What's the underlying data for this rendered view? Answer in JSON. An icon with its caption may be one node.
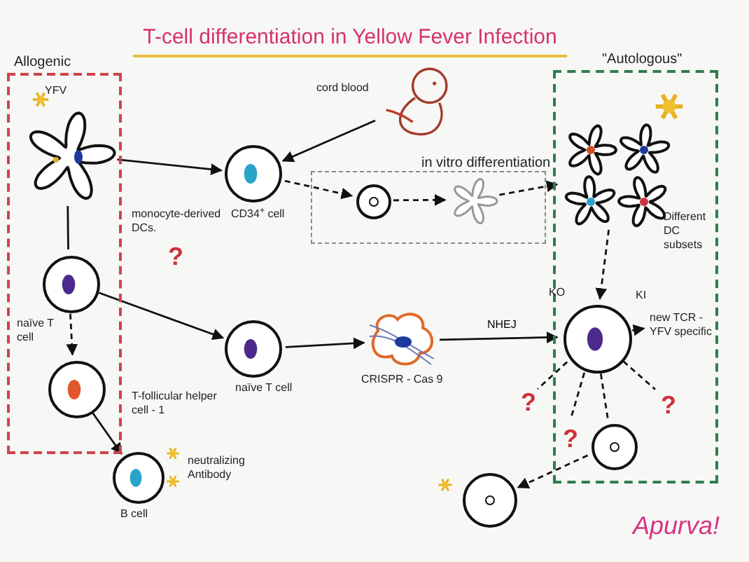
{
  "diagram": {
    "title": "T-cell differentiation in Yellow Fever Infection",
    "nodes": [
      {
        "text": [
          "Allogenic"
        ]
      },
      {
        "text": [
          "\"Autologous\""
        ]
      },
      {
        "text": [
          "in vitro differentiation"
        ]
      },
      {
        "text": [
          "monocyte-derived DCs."
        ],
        "in": 0,
        "beside": [
          "YFV"
        ]
      },
      {
        "text": [
          "naïve T cell"
        ],
        "in": 0
      },
      {
        "text": [
          "T-follicular helper cell - 1"
        ],
        "in": 0
      },
      {
        "text": [
          "B cell"
        ],
        "beside": [
          "neutralizing Antibody"
        ]
      },
      {
        "text": [],
        "shape": "picture",
        "beside": [
          "cord blood"
        ]
      },
      {
        "text": [
          "CD34$^{+}$ cell"
        ]
      },
      {
        "text": [],
        "shape": "circle",
        "in": 2
      },
      {
        "text": [],
        "shape": "picture",
        "in": 2
      },
      {
        "text": [
          "Different DC subsets"
        ],
        "in": 1
      },
      {
        "text": [
          "naïve T cell"
        ]
      },
      {
        "text": [
          "CRISPR - Cas 9"
        ]
      },
      {
        "text": [
          "KO",
          "KI"
        ],
        "in": 1
      },
      {
        "text": [
          "new TCR - YFV specific"
        ],
        "in": 1
      },
      {
        "text": [],
        "shape": "circle",
        "in": 1
      },
      {
        "text": [],
        "shape": "circle"
      },
      {
        "text": [
          "?"
        ]
      },
      {
        "text": [
          "?"
        ],
        "in": 1
      },
      {
        "text": [
          "?"
        ],
        "in": 1
      }
    ],
    "edges": [
      {
        "from": 3,
        "to": 8,
        "arrow": "to"
      },
      {
        "from": 7,
        "to": 8,
        "arrow": "to"
      },
      {
        "from": 8,
        "to": 9,
        "arrow": "to",
        "style": "dashed"
      },
      {
        "from": 9,
        "to": 10,
        "arrow": "to",
        "style": "dashed"
      },
      {
        "from": 10,
        "to": 11,
        "arrow": "to",
        "style": "dashed"
      },
      {
        "from": 3,
        "to": 4,
        "arrow": "none"
      },
      {
        "from": 4,
        "to": 5,
        "arrow": "to",
        "style": "dashed"
      },
      {
        "from": 4,
        "to": 12,
        "arrow": "to"
      },
      {
        "from": 5,
        "to": 6,
        "arrow": "to"
      },
      {
        "from": 12,
        "to": 13,
        "arrow": "to"
      },
      {
        "from": 13,
        "to": 14,
        "arrow": "to",
        "label": "NHEJ"
      },
      {
        "from": 11,
        "to": 14,
        "arrow": "to",
        "style": "dashed"
      },
      {
        "from": 14,
        "to": 15,
        "arrow": "to"
      },
      {
        "from": 14,
        "to": 18,
        "arrow": "none",
        "style": "dashed"
      },
      {
        "from": 14,
        "to": 19,
        "arrow": "none",
        "style": "dashed"
      },
      {
        "from": 14,
        "to": 16,
        "arrow": "none",
        "style": "dashed"
      },
      {
        "from": 14,
        "to": 20,
        "arrow": "none",
        "style": "dashed"
      },
      {
        "from": 16,
        "to": 17,
        "arrow": "to",
        "style": "dashed"
      }
    ],
    "labels": [
      "?",
      "Apurva!"
    ]
  }
}
